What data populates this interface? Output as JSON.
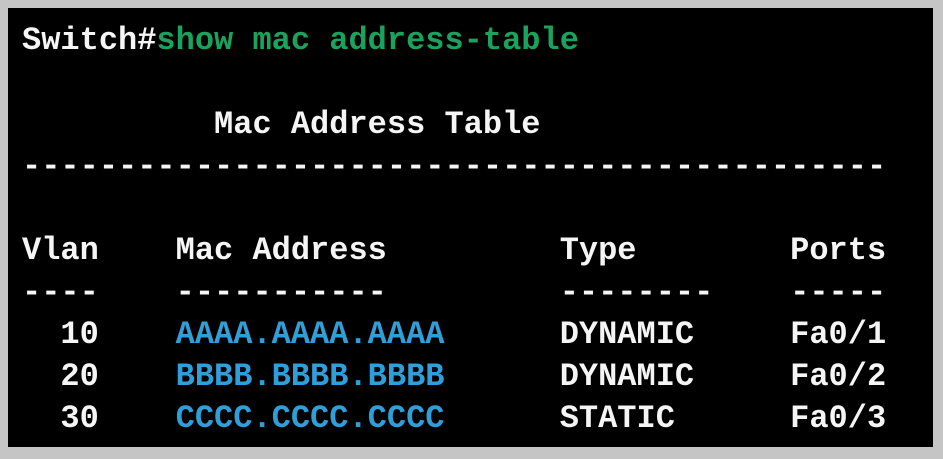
{
  "terminal": {
    "colors": {
      "background": "#000000",
      "frame": "#c5c5c5",
      "text": "#f5f5f5",
      "command_green": "#1aa35c",
      "mac_blue": "#2e9fd8"
    },
    "prompt": "Switch#",
    "command": "show mac address-table",
    "table_title": "Mac Address Table",
    "title_separator": "---------------------------------------------",
    "header": {
      "vlan": "Vlan",
      "mac": "Mac Address",
      "type": "Type",
      "ports": "Ports"
    },
    "header_underline": {
      "vlan": "----",
      "mac": "-----------",
      "type": "--------",
      "ports": "-----"
    },
    "rows": [
      {
        "vlan": "10",
        "mac": "AAAA.AAAA.AAAA",
        "type": "DYNAMIC",
        "ports": "Fa0/1"
      },
      {
        "vlan": "20",
        "mac": "BBBB.BBBB.BBBB",
        "type": "DYNAMIC",
        "ports": "Fa0/2"
      },
      {
        "vlan": "30",
        "mac": "CCCC.CCCC.CCCC",
        "type": "STATIC",
        "ports": "Fa0/3"
      }
    ]
  }
}
